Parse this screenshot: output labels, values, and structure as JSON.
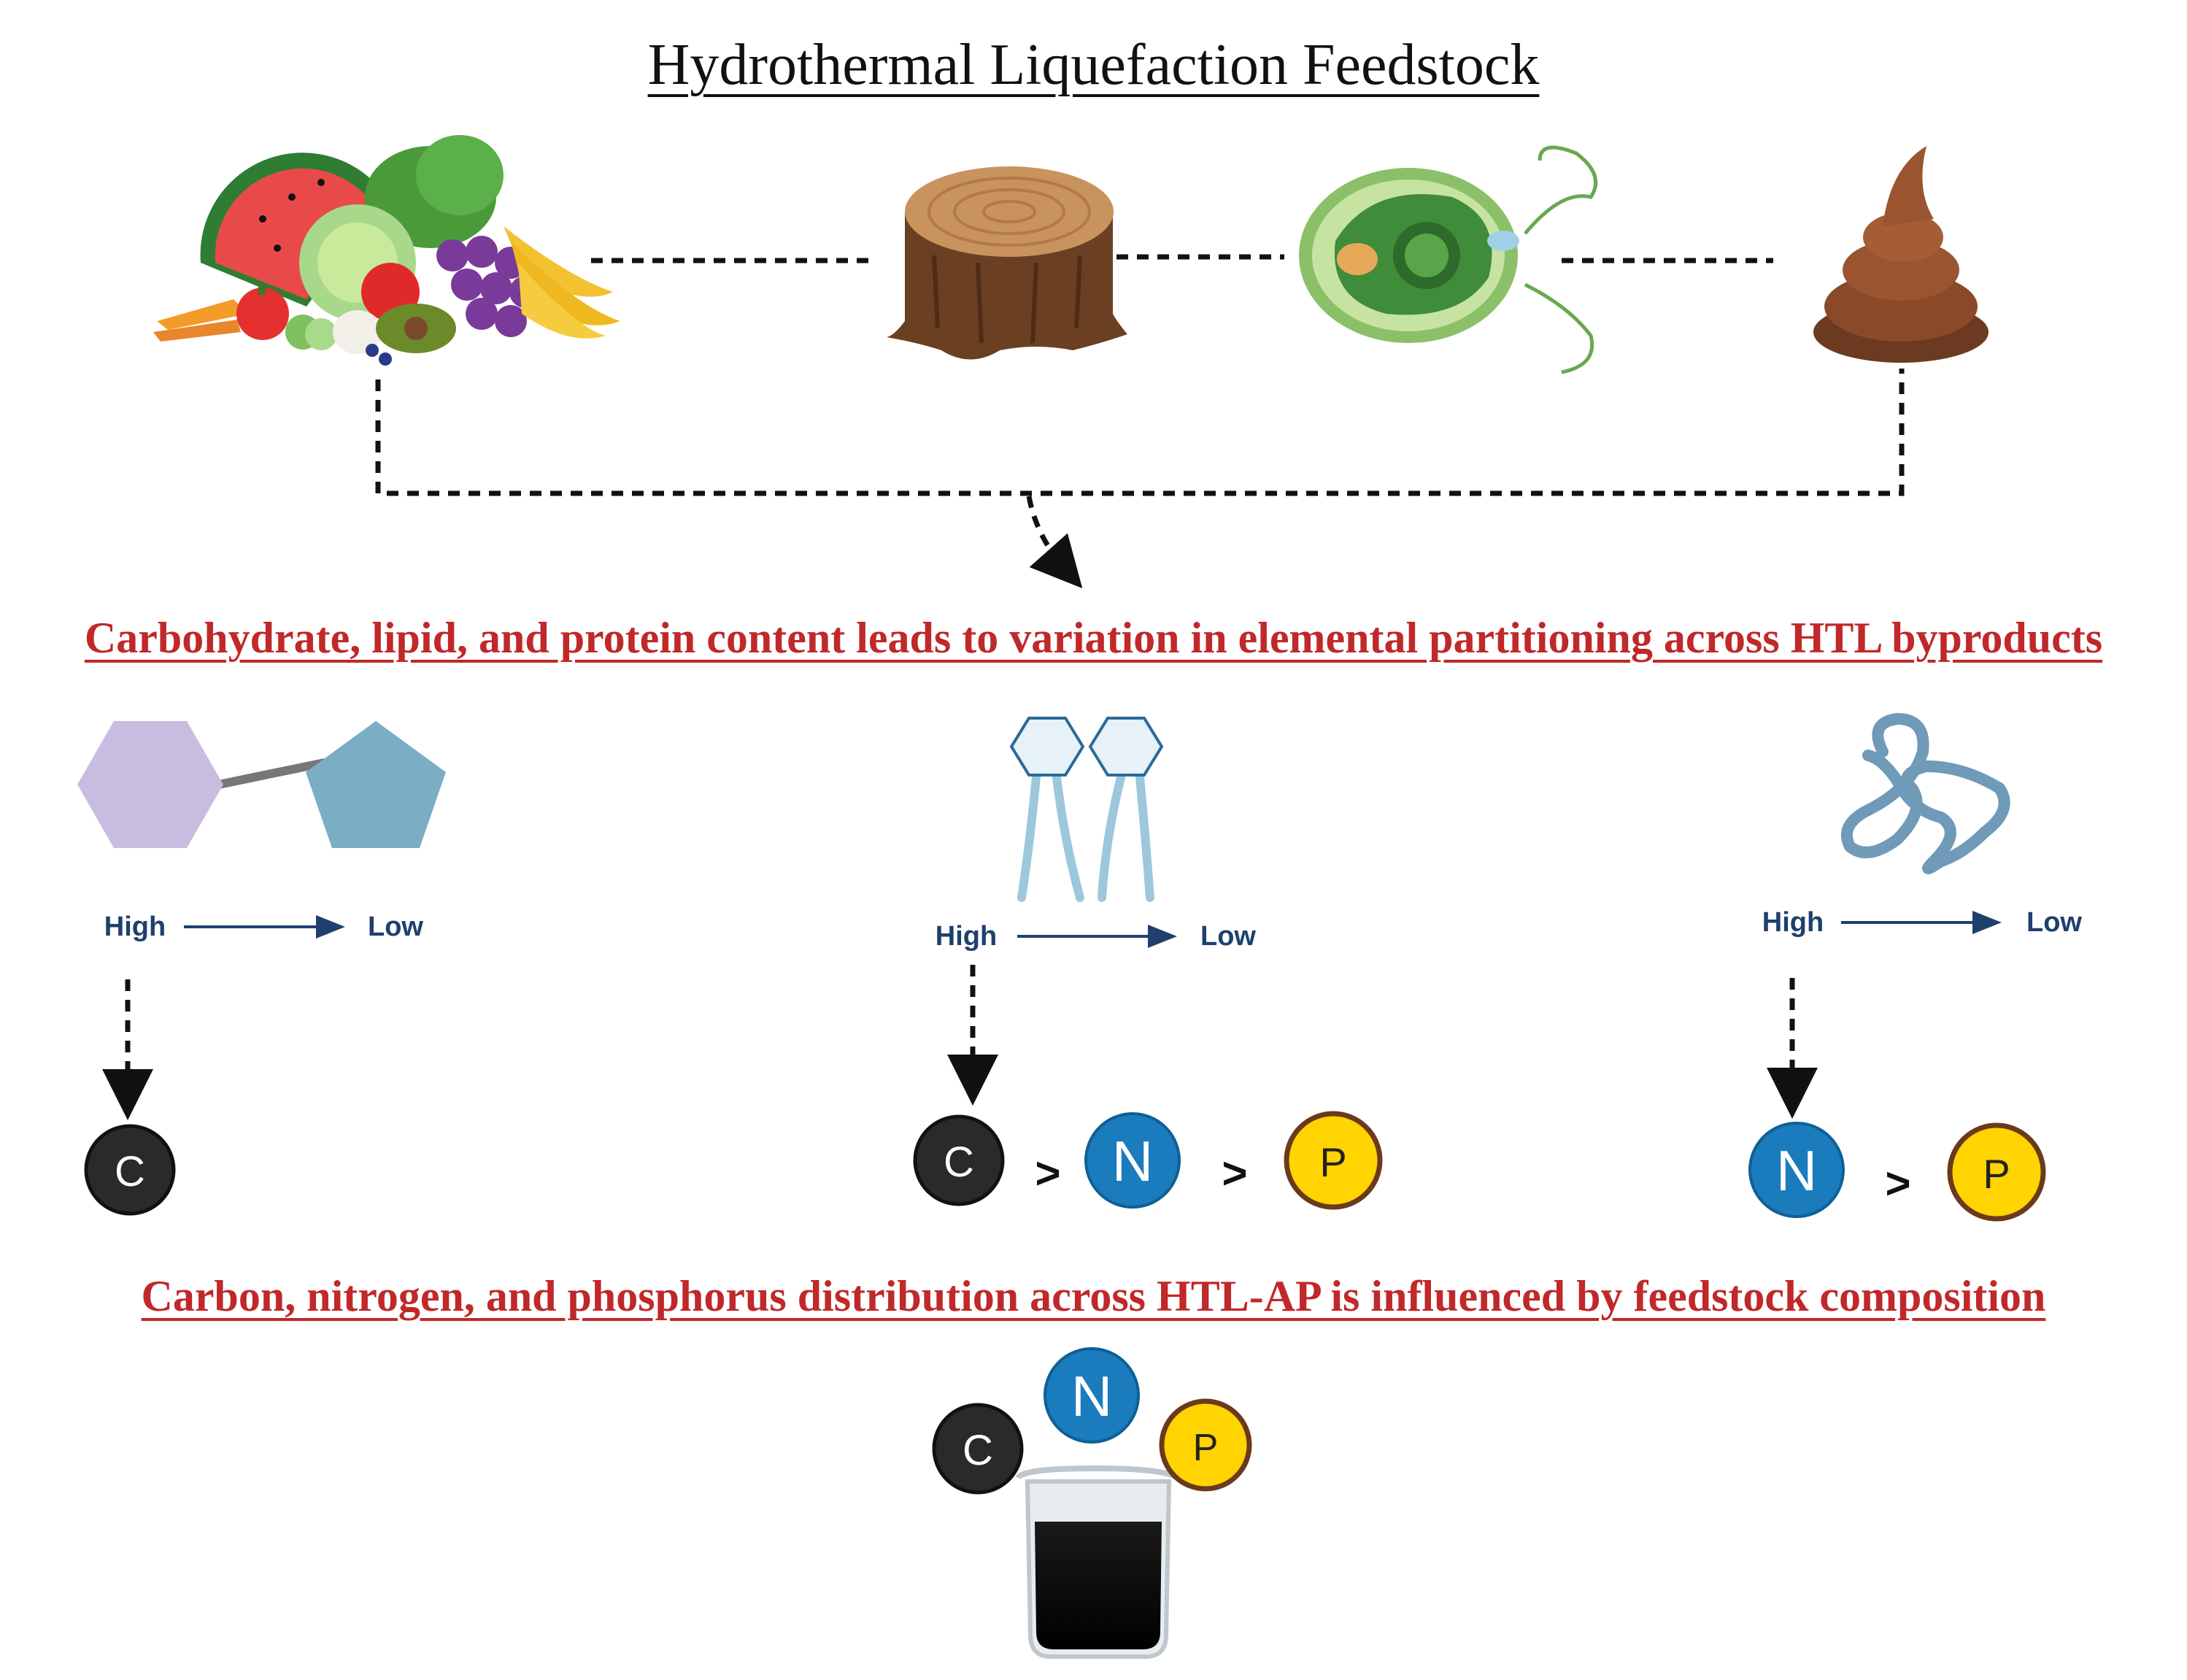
{
  "title": "Hydrothermal Liquefaction Feedstock",
  "heading_partitioning": "Carbohydrate, lipid, and protein content leads to variation in elemental partitioning across HTL byproducts",
  "heading_distribution": "Carbon, nitrogen, and phosphorus distribution across HTL-AP is influenced by feedstock composition",
  "feedstocks": [
    {
      "icon": "fruit-vegetable-icon"
    },
    {
      "icon": "tree-stump-icon"
    },
    {
      "icon": "algae-cell-icon"
    },
    {
      "icon": "manure-icon"
    }
  ],
  "gradient": {
    "high": "High",
    "low": "Low"
  },
  "elements": {
    "carbon": "C",
    "nitrogen": "N",
    "phosphorus": "P"
  },
  "comparator": ">",
  "colors": {
    "heading_red": "#c0282a",
    "carbon": "#2a2a2a",
    "nitrogen": "#1a7bbd",
    "phosphorus": "#ffd400",
    "gradient_text": "#1f3f6e",
    "carbohydrate_hexagon": "#c8bde0",
    "carbohydrate_pentagon": "#79aec4",
    "lipid": "#9cc8dc",
    "protein": "#6f9ab8"
  }
}
